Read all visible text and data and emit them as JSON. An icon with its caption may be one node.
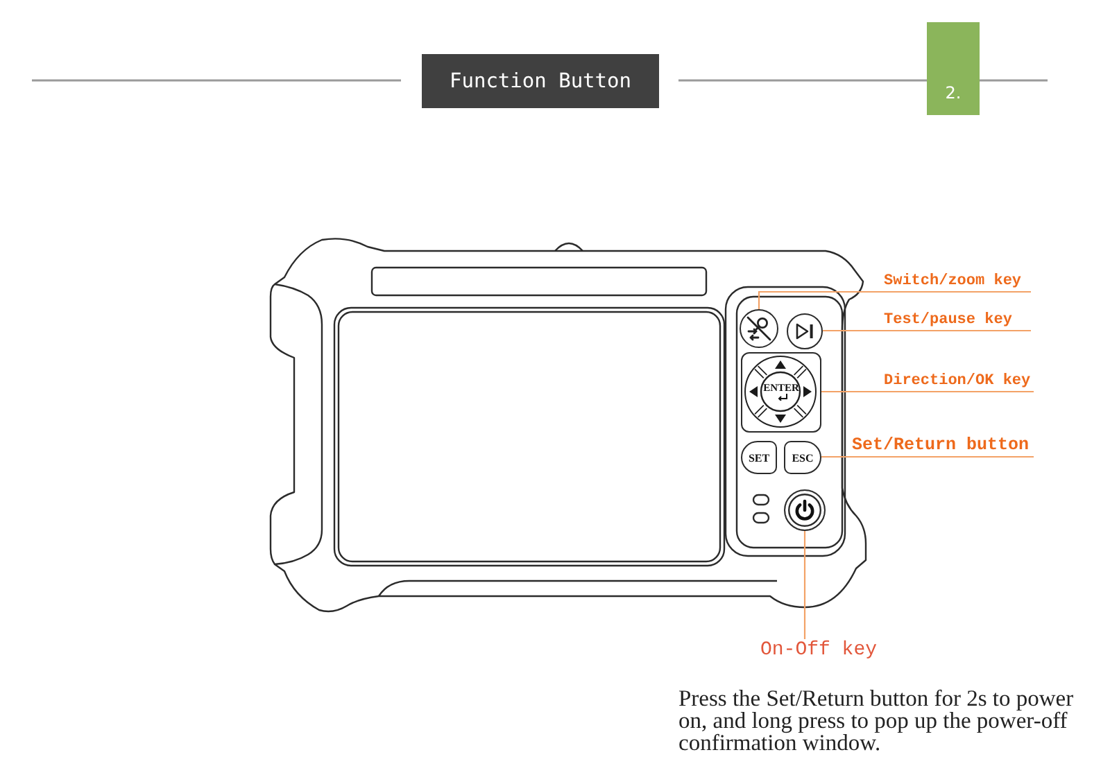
{
  "diagram": {
    "title": "Function Button",
    "nodes": [
      {
        "text": [],
        "shape": "circle"
      },
      {
        "text": [
          "Switch/zoom key"
        ]
      },
      {
        "text": [],
        "shape": "circle"
      },
      {
        "text": [
          "Test/pause key"
        ]
      },
      {
        "text": [
          "ENTER"
        ]
      },
      {
        "text": [
          "Direction/OK key"
        ]
      },
      {
        "text": [
          "SET"
        ]
      },
      {
        "text": [
          "ESC"
        ]
      },
      {
        "text": [
          "Set/Return button"
        ]
      },
      {
        "text": [],
        "shape": "circle"
      },
      {
        "text": [
          "On-Off key"
        ]
      }
    ],
    "edges": [
      {
        "from": 1,
        "to": 0,
        "arrow": "none"
      },
      {
        "from": 3,
        "to": 2,
        "arrow": "none"
      },
      {
        "from": 5,
        "to": 4,
        "arrow": "none"
      },
      {
        "from": 8,
        "to": 7,
        "arrow": "none"
      },
      {
        "from": 10,
        "to": 9,
        "arrow": "none"
      }
    ],
    "labels": [
      "2.",
      "Press the Set/Return button for 2s to power on, and long press to pop up the power-off confirmation window."
    ]
  }
}
